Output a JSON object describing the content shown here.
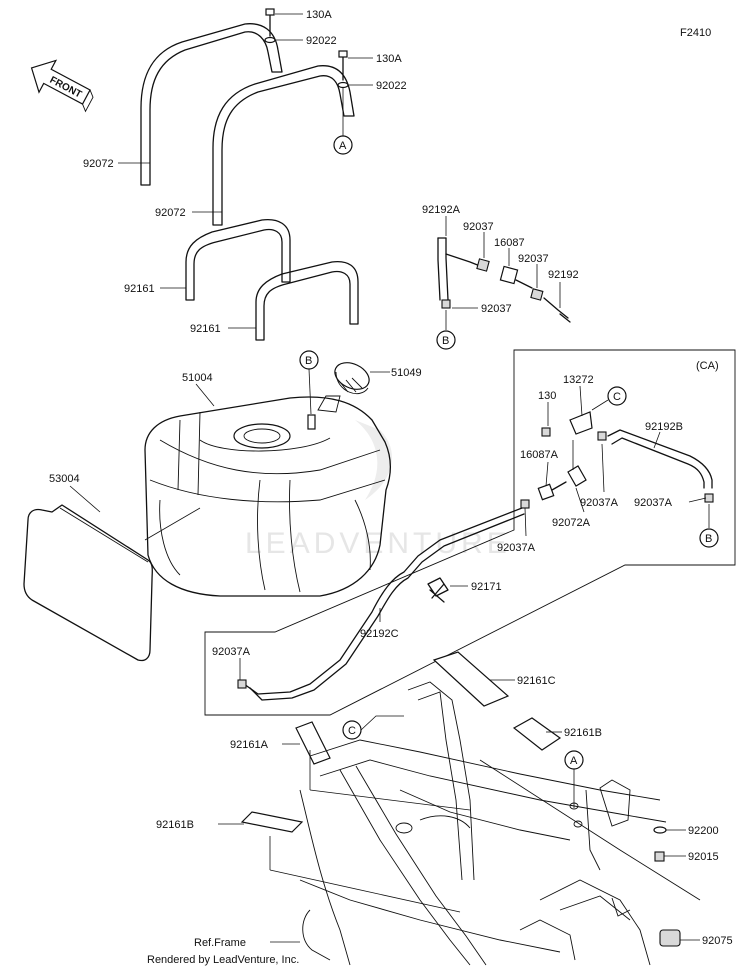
{
  "diagram_code": "F2410",
  "footer_left": "Rendered by LeadVenture, Inc.",
  "ref_frame": "Ref.Frame",
  "front_label": "FRONT",
  "watermark": "LEADVENTURE",
  "callout_ca": "(CA)",
  "parts": {
    "p130A_1": "130A",
    "p92022_1": "92022",
    "p130A_2": "130A",
    "p92022_2": "92022",
    "p92072_1": "92072",
    "p92072_2": "92072",
    "p92161_1": "92161",
    "p92161_2": "92161",
    "p92192A": "92192A",
    "p92037_a": "92037",
    "p16087": "16087",
    "p92037_b": "92037",
    "p92192": "92192",
    "p92037_c": "92037",
    "p51004": "51004",
    "p51049": "51049",
    "p53004": "53004",
    "p13272": "13272",
    "p130": "130",
    "p92192B": "92192B",
    "p16087A": "16087A",
    "p92037A_1": "92037A",
    "p92037A_2": "92037A",
    "p92072A": "92072A",
    "p92037A_3": "92037A",
    "p92171": "92171",
    "p92192C": "92192C",
    "p92037A_4": "92037A",
    "p92161C": "92161C",
    "p92161A": "92161A",
    "p92161B_1": "92161B",
    "p92161B_2": "92161B",
    "p92200": "92200",
    "p92015": "92015",
    "p92075": "92075"
  },
  "refs": {
    "A1": "A",
    "A2": "A",
    "B1": "B",
    "B2": "B",
    "B3": "B",
    "C1": "C",
    "C2": "C"
  }
}
